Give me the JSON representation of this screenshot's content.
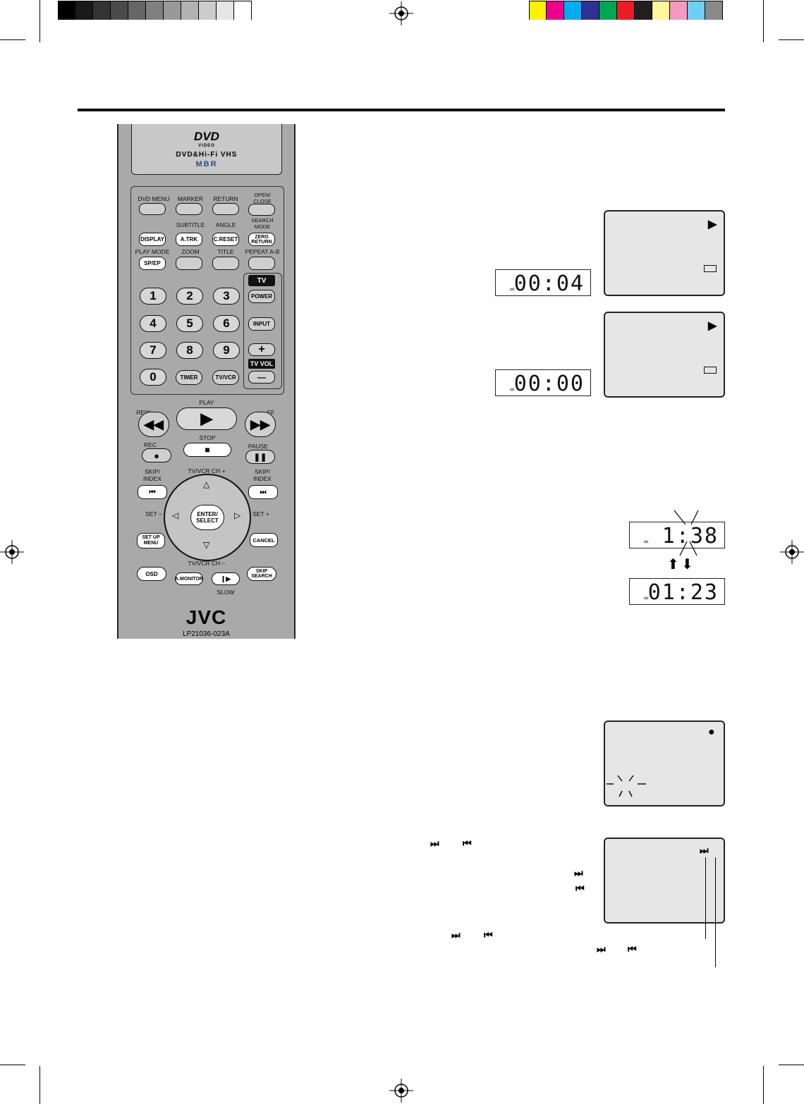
{
  "colors": {
    "gray_bar": [
      "#000000",
      "#1a1a1a",
      "#333333",
      "#4a4a4a",
      "#666666",
      "#808080",
      "#999999",
      "#b3b3b3",
      "#cccccc",
      "#e6e6e6",
      "#ffffff"
    ],
    "color_bar": [
      "#fff200",
      "#ec008c",
      "#00aeef",
      "#2e3192",
      "#00a651",
      "#ed1c24",
      "#231f20",
      "#fff799",
      "#f49ac1",
      "#6dcff6",
      "#898989"
    ]
  },
  "remote": {
    "logo_dvd": "DVD",
    "logo_video": "VIDEO",
    "model_line": "DVD&Hi-Fi VHS",
    "mbr": "MBR",
    "labels": {
      "dvd_menu": "DVD MENU",
      "marker": "MARKER",
      "return": "RETURN",
      "open_close": "OPEN/ CLOSE",
      "subtitle": "SUBTITLE",
      "angle": "ANGLE",
      "search_mode": "SEARCH MODE",
      "play_mode": "PLAY MODE",
      "zoom": "ZOOM",
      "title": "TITLE",
      "repeat_ab": "PEPEAT A-B",
      "rew": "REW",
      "play": "PLAY",
      "ff": "FF",
      "rec": "REC",
      "stop": "STOP",
      "pause": "PAUSE",
      "skip_index_l": "SKIP/ INDEX",
      "skip_index_r": "SKIP/ INDEX",
      "ch_up": "TV/VCR CH +",
      "ch_down": "TV/VCR CH −",
      "set_minus": "SET −",
      "set_plus": "SET +",
      "slow": "SLOW"
    },
    "buttons": {
      "display": "DISPLAY",
      "atrk": "A.TRK",
      "creset": "C.RESET",
      "zero_return": "ZERO RETURN",
      "spep": "SP/EP",
      "tv": "TV",
      "power": "POWER",
      "input": "INPUT",
      "tv_vol": "TV VOL",
      "timer": "TIMER",
      "tvvcr": "TV/VCR",
      "enter": "ENTER/ SELECT",
      "setup_menu": "SET UP MENU",
      "cancel": "CANCEL",
      "osd": "OSD",
      "amonitor": "A.MONITOR",
      "skip_search": "SKIP SEARCH",
      "plus": "+",
      "minus": "—"
    },
    "numbers": [
      "1",
      "2",
      "3",
      "4",
      "5",
      "6",
      "7",
      "8",
      "9",
      "0"
    ],
    "brand": "JVC",
    "part_no": "LP21036-023A"
  },
  "displays": {
    "lcd1": "00:04",
    "lcd2": "00:00",
    "lcd3": "1:38",
    "lcd4": "01:23"
  },
  "glyphs": {
    "play": "▶",
    "rec": "●",
    "skip_fwd": "⏭",
    "skip_back": "⏮",
    "or": "",
    "up_arrow": "⬆",
    "down_arrow": "⬇"
  }
}
